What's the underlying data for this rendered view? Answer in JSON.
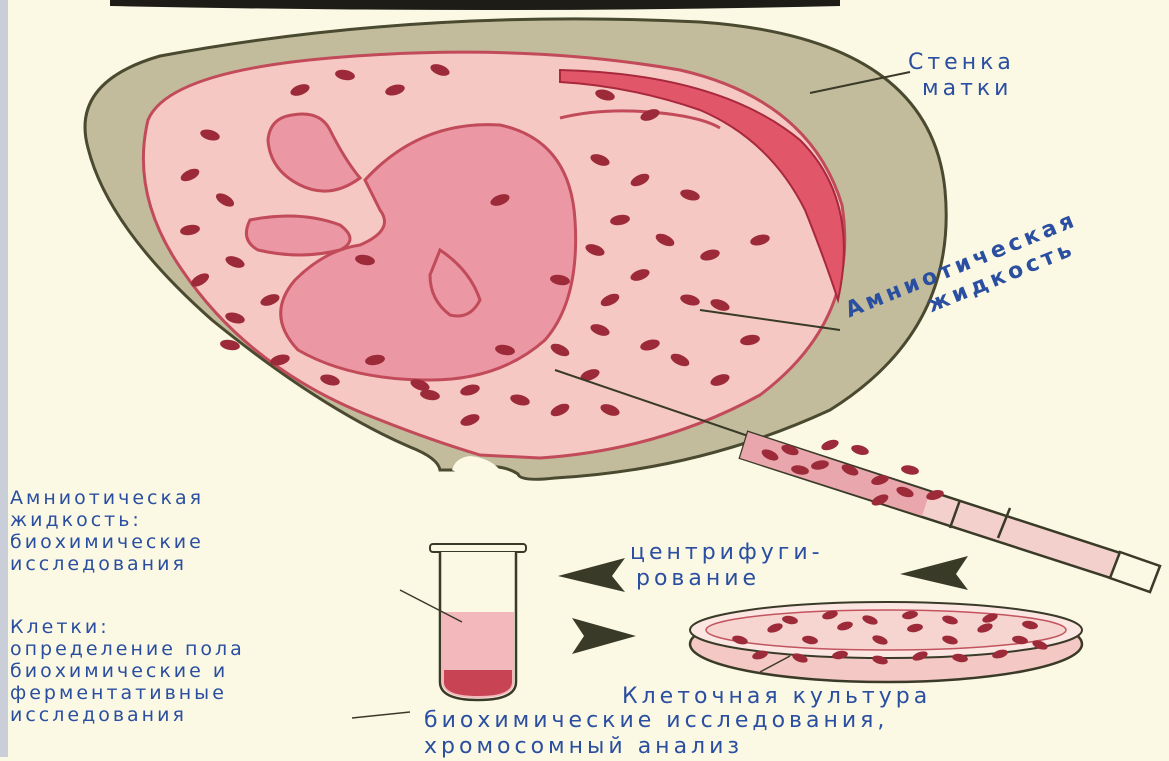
{
  "labels": {
    "uterus_wall": [
      "Стенка",
      "матки"
    ],
    "amniotic_fluid": [
      "Амниотическая",
      "жидкость"
    ],
    "fluid_analysis": [
      "Амниотическая",
      "жидкость:",
      "биохимические",
      "исследования"
    ],
    "cells_analysis": [
      "Клетки:",
      "определение пола",
      "биохимические и",
      "ферментативные",
      "исследования"
    ],
    "centrifugation": [
      "центрифуги-",
      "рование"
    ],
    "cell_culture": [
      "Клеточная культура"
    ],
    "culture_analysis": [
      "биохимические исследования,",
      "хромосомный анализ"
    ]
  },
  "colors": {
    "background": "#fbf8e4",
    "uterus_wall": "#c2bc9c",
    "uterus_outline": "#4a4a30",
    "fluid": "#f5c8c4",
    "fetus": "#eb97a4",
    "cells": "#9c2a38",
    "label_text": "#2a4fa0",
    "arrow": "#3a3a28"
  }
}
